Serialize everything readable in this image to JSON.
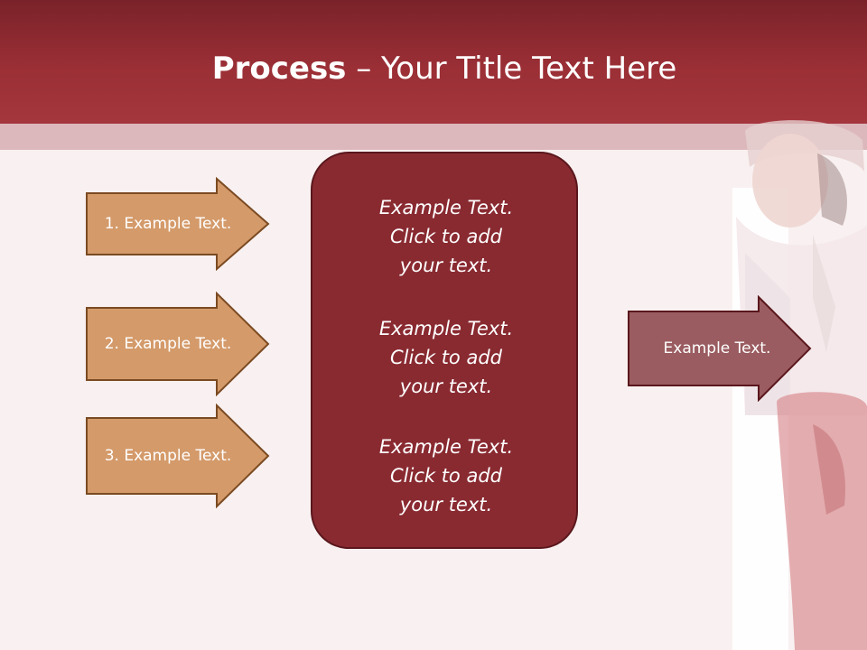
{
  "title": {
    "bold": "Process",
    "rest": " – Your Title Text Here"
  },
  "left_arrows": [
    {
      "label": "1. Example Text."
    },
    {
      "label": "2. Example Text."
    },
    {
      "label": "3. Example Text."
    }
  ],
  "center_blocks": [
    {
      "lines": [
        "Example Text.",
        "Click  to add",
        "your text."
      ]
    },
    {
      "lines": [
        "Example Text.",
        "Click  to add",
        "your text."
      ]
    },
    {
      "lines": [
        "Example Text.",
        "Click  to add",
        "your text."
      ]
    }
  ],
  "right_arrow": {
    "label": "Example Text."
  },
  "colors": {
    "header": "#9b2f36",
    "left_arrow_fill": "#d49a6a",
    "center_fill": "#892a31",
    "right_arrow_fill": "#9a5c60"
  }
}
